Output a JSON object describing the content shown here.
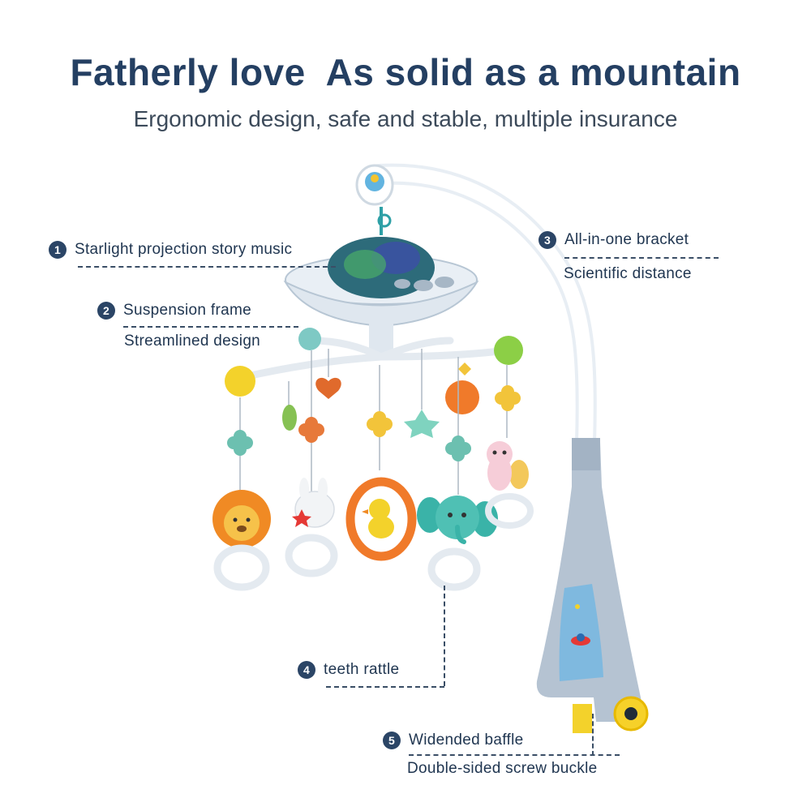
{
  "headline": "Fatherly love  As solid as a mountain",
  "subhead": "Ergonomic design, safe and stable, multiple insurance",
  "callouts": [
    {
      "number": "1",
      "lines": [
        "Starlight projection story music"
      ]
    },
    {
      "number": "2",
      "lines": [
        "Suspension frame",
        "Streamlined design"
      ]
    },
    {
      "number": "3",
      "lines": [
        "All-in-one bracket",
        "Scientific distance"
      ]
    },
    {
      "number": "4",
      "lines": [
        "teeth rattle"
      ]
    },
    {
      "number": "5",
      "lines": [
        "Widended baffle",
        "Double-sided screw buckle"
      ]
    }
  ],
  "colors": {
    "headline": "#243f62",
    "badge": "#2b4566",
    "arm": "#a9b9c8",
    "projector_dome": "#2d6b7a",
    "lion": "#f08a24",
    "elephant": "#3ab3a8",
    "duck_ring": "#f07a2a"
  }
}
